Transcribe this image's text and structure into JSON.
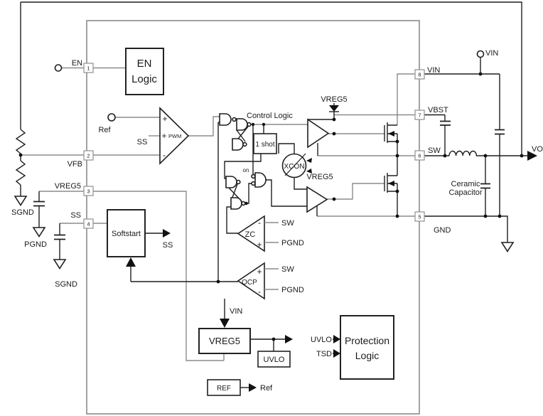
{
  "diagram": {
    "title_hint": "DC-DC converter functional block diagram",
    "accent_black": "#1f1f1f",
    "accent_gray": "#8c8c8c",
    "pins": [
      {
        "num": "1",
        "label": "EN"
      },
      {
        "num": "2",
        "label": "VFB"
      },
      {
        "num": "3",
        "label": "VREG5"
      },
      {
        "num": "4",
        "label": "SS"
      },
      {
        "num": "8",
        "label": "VIN"
      },
      {
        "num": "7",
        "label": "VBST"
      },
      {
        "num": "6",
        "label": "SW"
      },
      {
        "num": "5",
        "label": "GND"
      }
    ],
    "blocks": {
      "en_logic_1": "EN",
      "en_logic_2": "Logic",
      "softstart": "Softstart",
      "one_shot": "1 shot",
      "xcon": "XCON",
      "vreg5": "VREG5",
      "uvlo": "UVLO",
      "ref": "REF",
      "protection_1": "Protection",
      "protection_2": "Logic"
    },
    "comparators": {
      "pwm_plus1": "+",
      "pwm_plus2": "+",
      "pwm_name": "PWM",
      "pwm_minus": "-",
      "zc_name": "ZC",
      "zc_minus": "-",
      "zc_plus": "+",
      "zc_in_top": "SW",
      "zc_in_bot": "PGND",
      "ocp_name": "OCP",
      "ocp_plus": "+",
      "ocp_minus": "-",
      "ocp_in_top": "SW",
      "ocp_in_bot": "PGND"
    },
    "nets": {
      "control_logic": "Control Logic",
      "on": "on",
      "ref_in": "Ref",
      "ss_in": "SS",
      "ss_out": "SS",
      "vreg5_diode": "VREG5",
      "vreg5_lsdrv": "VREG5",
      "vin_arrow": "VIN",
      "uvlo_sig": "UVLO",
      "tsd_sig": "TSD",
      "ref_out": "Ref",
      "vin_term": "VIN",
      "vo": "VO",
      "ceramic_1": "Ceramic",
      "ceramic_2": "Capacitor",
      "sgnd_1": "SGND",
      "pgnd_1": "PGND",
      "sgnd_2": "SGND"
    }
  }
}
